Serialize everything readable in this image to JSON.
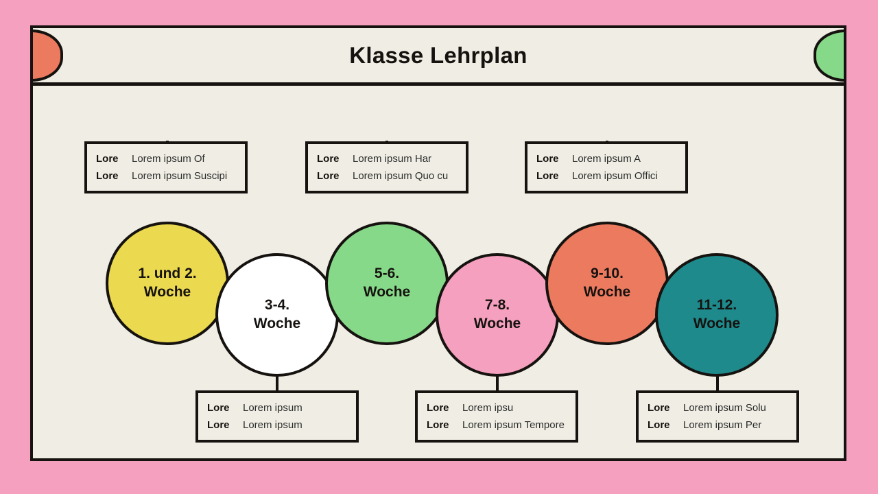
{
  "header": {
    "title": "Klasse Lehrplan",
    "left_blob_color": "#ec7a5f",
    "right_blob_color": "#87d98a"
  },
  "theme": {
    "page_background": "#f5a0be",
    "slide_background": "#f0eee4",
    "outline": "#15120f"
  },
  "nodes": [
    {
      "line1": "1. und 2.",
      "line2": "Woche",
      "color": "#ebd94f"
    },
    {
      "line1": "3-4.",
      "line2": "Woche",
      "color": "#ffffff"
    },
    {
      "line1": "5-6.",
      "line2": "Woche",
      "color": "#87d98a"
    },
    {
      "line1": "7-8.",
      "line2": "Woche",
      "color": "#f5a0be"
    },
    {
      "line1": "9-10.",
      "line2": "Woche",
      "color": "#ec7a5f"
    },
    {
      "line1": "11-12.",
      "line2": "Woche",
      "color": "#1e8a8c"
    }
  ],
  "cards": [
    {
      "position": "top",
      "rows": [
        {
          "key": "Lore",
          "value": "Lorem ipsum Of"
        },
        {
          "key": "Lore",
          "value": "Lorem ipsum Suscipi"
        }
      ]
    },
    {
      "position": "bottom",
      "rows": [
        {
          "key": "Lore",
          "value": "Lorem ipsum"
        },
        {
          "key": "Lore",
          "value": "Lorem ipsum"
        }
      ]
    },
    {
      "position": "top",
      "rows": [
        {
          "key": "Lore",
          "value": "Lorem ipsum Har"
        },
        {
          "key": "Lore",
          "value": "Lorem ipsum Quo cu"
        }
      ]
    },
    {
      "position": "bottom",
      "rows": [
        {
          "key": "Lore",
          "value": "Lorem ipsu"
        },
        {
          "key": "Lore",
          "value": "Lorem ipsum Tempore"
        }
      ]
    },
    {
      "position": "top",
      "rows": [
        {
          "key": "Lore",
          "value": "Lorem ipsum A"
        },
        {
          "key": "Lore",
          "value": "Lorem ipsum Offici"
        }
      ]
    },
    {
      "position": "bottom",
      "rows": [
        {
          "key": "Lore",
          "value": "Lorem ipsum Solu"
        },
        {
          "key": "Lore",
          "value": "Lorem ipsum Per"
        }
      ]
    }
  ]
}
